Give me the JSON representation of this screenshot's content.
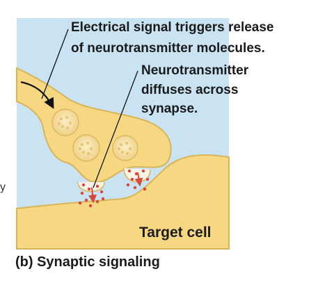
{
  "labels": {
    "signal_line1": "Electrical signal triggers release",
    "signal_line2": "of neurotransmitter molecules.",
    "diffuse_line1": "Neurotransmitter",
    "diffuse_line2": "diffuses across",
    "diffuse_line3": "synapse.",
    "target_cell": "Target cell",
    "caption": "(b) Synaptic signaling",
    "edge_fragment": "y"
  },
  "colors": {
    "background_panel": "#c9e3f2",
    "neuron_fill": "#f6d883",
    "neuron_stroke": "#d9b456",
    "vesicle_fill": "#f7e2a9",
    "neurotransmitter": "#d9473a",
    "text": "#1a1a1a"
  }
}
